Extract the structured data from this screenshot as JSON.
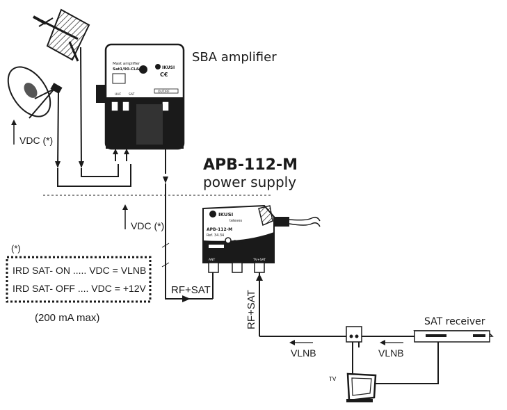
{
  "amplifier": {
    "label": "SBA amplifier",
    "front_title": "Mast amplifier",
    "front_model": "Sat1/90-CL&",
    "brand": "IKUSI",
    "input_sat": "SAT",
    "input_uhf": "UHF",
    "output": "OUT/RF"
  },
  "power_supply": {
    "model": "APB-112-M",
    "subtitle": "power supply",
    "front_model": "APB-112-M",
    "ref": "Ref. 34.34",
    "brand": "IKUSI",
    "subbrand": "televes",
    "power_led": "Power",
    "port_ant": "ANT",
    "port_tv": "TV+SAT"
  },
  "labels": {
    "vdc_left": "VDC (*)",
    "vdc_mid": "VDC (*)",
    "rf_sat_horizontal": "RF+SAT",
    "rf_sat_vertical": "RF+SAT",
    "vlnb_left": "VLNB",
    "vlnb_right": "VLNB",
    "sat_receiver": "SAT receiver",
    "tv": "TV"
  },
  "note": {
    "marker": "(*)",
    "line1": "IRD SAT- ON  ..... VDC = VLNB",
    "line2": "IRD SAT- OFF .... VDC = +12V",
    "current": "(200 mA max)"
  },
  "colors": {
    "line": "#1a1a1a",
    "background": "#ffffff"
  }
}
